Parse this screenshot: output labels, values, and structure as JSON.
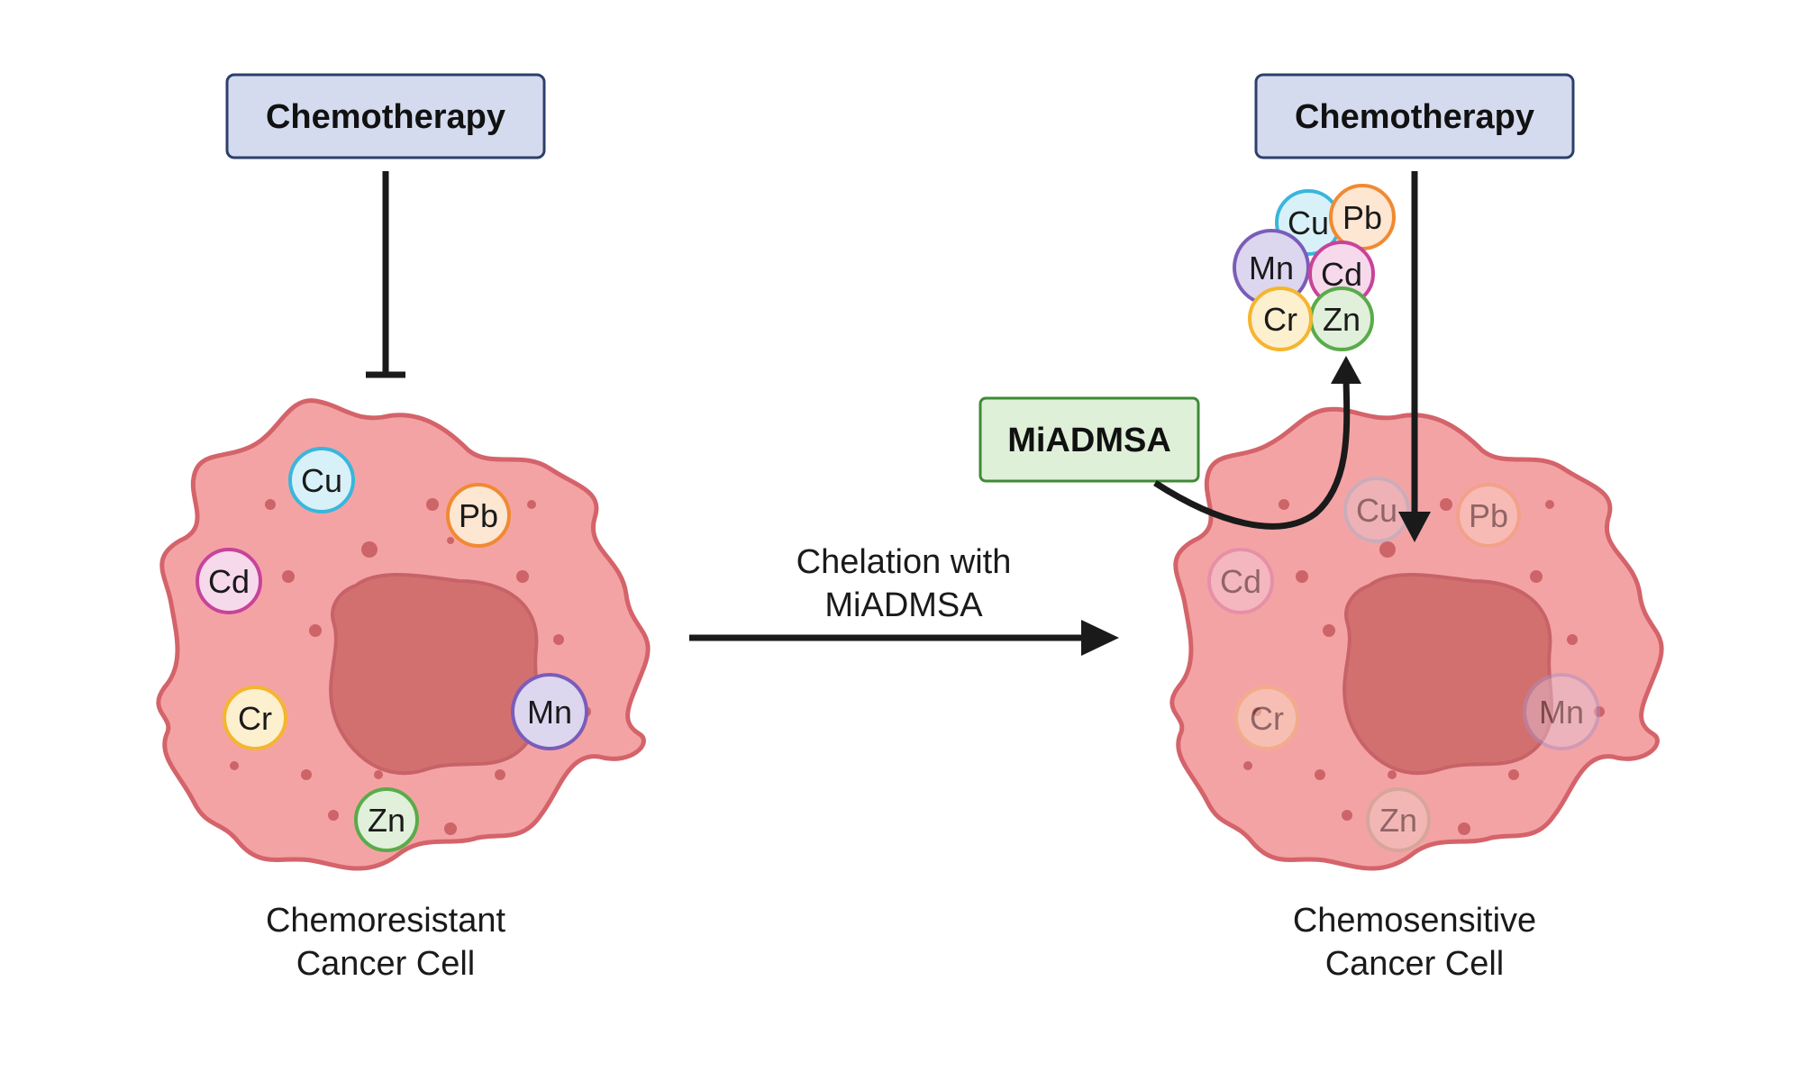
{
  "left_panel": {
    "chemo_label": "Chemotherapy",
    "caption_line1": "Chemoresistant",
    "caption_line2": "Cancer Cell",
    "metals": [
      {
        "symbol": "Cu",
        "color": "#39b6dc",
        "fill": "#d8f1f9"
      },
      {
        "symbol": "Pb",
        "color": "#f08a32",
        "fill": "#fde6d2"
      },
      {
        "symbol": "Cd",
        "color": "#c8439a",
        "fill": "#f7d9ec"
      },
      {
        "symbol": "Cr",
        "color": "#f5b52e",
        "fill": "#fdf0cf"
      },
      {
        "symbol": "Mn",
        "color": "#7a5db8",
        "fill": "#ddd6ef"
      },
      {
        "symbol": "Zn",
        "color": "#5aab4a",
        "fill": "#e0f0da"
      }
    ]
  },
  "middle": {
    "arrow_label_line1": "Chelation with",
    "arrow_label_line2": "MiADMSA"
  },
  "right_panel": {
    "chemo_label": "Chemotherapy",
    "chelator_label": "MiADMSA",
    "caption_line1": "Chemosensitive",
    "caption_line2": "Cancer Cell",
    "chelated_cluster": [
      "Cu",
      "Pb",
      "Mn",
      "Cd",
      "Cr",
      "Zn"
    ],
    "faded_metals": [
      "Cu",
      "Pb",
      "Cd",
      "Cr",
      "Mn",
      "Zn"
    ]
  },
  "colors": {
    "cell_fill": "#f4a3a5",
    "cell_stroke": "#d4636a",
    "nucleus_fill": "#d27070",
    "chemo_box_fill": "#d5dbee",
    "chemo_box_stroke": "#2d3f6b",
    "chelator_box_fill": "#dff0d8",
    "chelator_box_stroke": "#3f8a37",
    "arrow": "#1a1a1a"
  }
}
